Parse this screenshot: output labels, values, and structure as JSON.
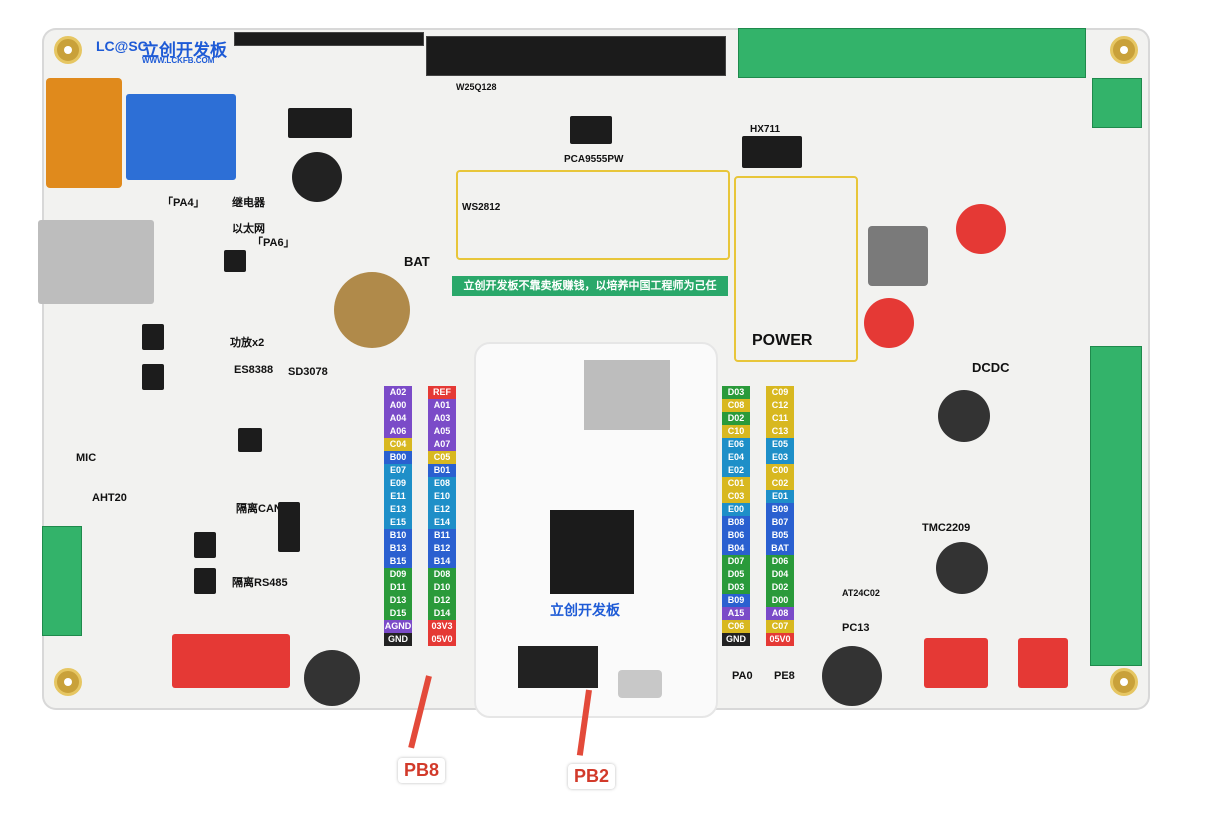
{
  "board": {
    "logo_text": "LC@SC",
    "logo_cn": "立创开发板",
    "logo_url": "WWW.LCKFB.COM",
    "slogan": "立创开发板不靠卖板赚钱，以培养中国工程师为己任",
    "power_label": "POWER",
    "dcdc_label": "DCDC",
    "bat_label": "BAT",
    "relay_label": "继电器",
    "eth_label": "以太网",
    "amp_label": "功放x2",
    "pa4_label": "「PA4」",
    "pa6_label": "「PA6」",
    "ws_label": "WS2812",
    "tmc_label": "TMC2209",
    "at24_label": "AT24C02",
    "pc13_label": "PC13",
    "pa0_label": "PA0",
    "pe8_label": "PE8",
    "aht_label": "AHT20",
    "can_label": "隔离CAN",
    "rs485_label": "隔离RS485",
    "es_label": "ES8388",
    "mic_label": "MIC",
    "sd_label": "SD3078",
    "hx_label": "HX711",
    "pca_label": "PCA9555PW",
    "w25_label": "W25Q128"
  },
  "left_pins": [
    "A02",
    "A00",
    "A04",
    "A06",
    "C04",
    "B00",
    "E07",
    "E09",
    "E11",
    "E13",
    "E15",
    "B10",
    "B13",
    "B15",
    "D09",
    "D11",
    "D13",
    "D15",
    "AGND",
    "GND"
  ],
  "left_pins2": [
    "REF",
    "A01",
    "A03",
    "A05",
    "A07",
    "C05",
    "B01",
    "E08",
    "E10",
    "E12",
    "E14",
    "B11",
    "B12",
    "B14",
    "D08",
    "D10",
    "D12",
    "D14",
    "03V3",
    "05V0"
  ],
  "right_pins": [
    "D03",
    "C08",
    "D02",
    "C10",
    "E06",
    "E04",
    "E02",
    "C01",
    "C03",
    "E00",
    "B08",
    "B06",
    "B04",
    "D07",
    "D05",
    "D03",
    "B09",
    "A15",
    "C06",
    "GND"
  ],
  "right_pins2": [
    "C09",
    "C12",
    "C11",
    "C13",
    "E05",
    "E03",
    "C00",
    "C02",
    "E01",
    "B09",
    "B07",
    "B05",
    "BAT",
    "D06",
    "D04",
    "D02",
    "D00",
    "A08",
    "C07",
    "05V0"
  ],
  "annotations": [
    {
      "label": "PB8"
    },
    {
      "label": "PB2"
    }
  ],
  "colors": {
    "accent": "#e34a3a",
    "terminal": "#33b36a",
    "board": "#f2f2f0"
  }
}
